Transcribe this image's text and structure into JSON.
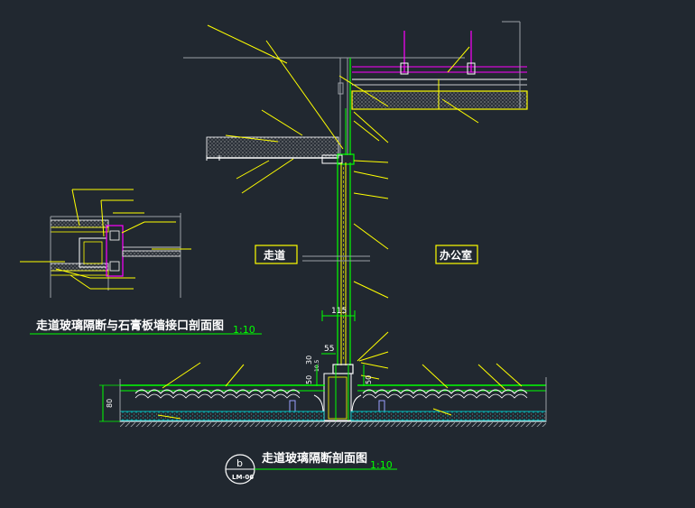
{
  "room_labels": {
    "corridor": "走道",
    "office": "办公室"
  },
  "detail_title": {
    "text": "走道玻璃隔断与石膏板墙接口剖面图",
    "scale": "1:10"
  },
  "main_title": {
    "text": "走道玻璃隔断剖面图",
    "scale": "1:10",
    "callout_letter": "b",
    "callout_sheet": "LM-06"
  },
  "dimensions": {
    "glass_width": "115",
    "frame_width": "55",
    "base_50_left": "50",
    "base_30": "30",
    "base_50_right": "50",
    "floor_height": "80",
    "small_tick": "10.5"
  },
  "colors": {
    "background": "#212830",
    "leader": "#ffff00",
    "green": "#00ff00",
    "magenta": "#ff00ff",
    "cyan": "#00ffff",
    "white": "#ffffff",
    "gray": "#9aa0a6"
  }
}
